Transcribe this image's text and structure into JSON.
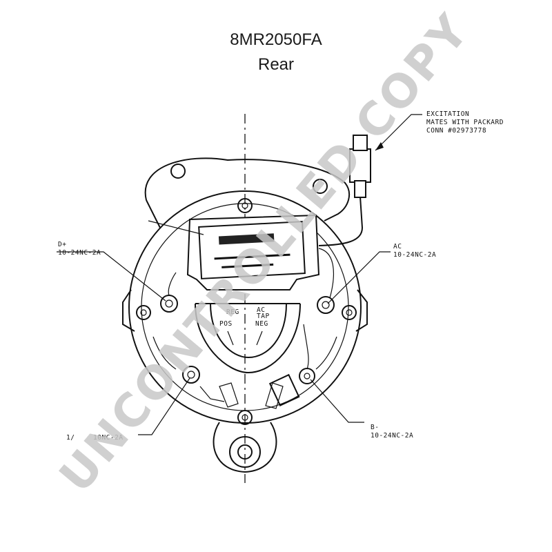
{
  "title": "8MR2050FA",
  "subtitle": "Rear",
  "watermark": "UNCONTROLLED COPY",
  "callouts": {
    "excitation": [
      "EXCITATION",
      "MATES WITH PACKARD",
      "CONN #02973778"
    ],
    "d_plus": [
      "D+",
      "10-24NC-2A"
    ],
    "ac": [
      "AC",
      "10-24NC-2A"
    ],
    "b_minus": [
      "B-",
      "10-24NC-2A"
    ],
    "b_plus": [
      "1/",
      "10NC-2A"
    ]
  },
  "labels": {
    "reg": "REG",
    "ac_tap": [
      "AC",
      "TAP"
    ],
    "pos": "POS",
    "neg": "NEG"
  }
}
